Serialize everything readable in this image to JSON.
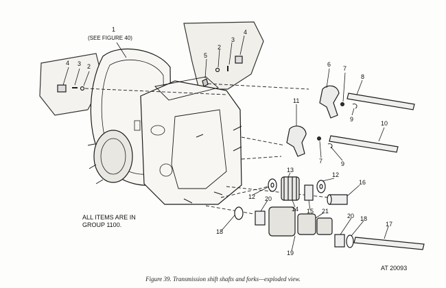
{
  "figure": {
    "caption": "Figure 39.  Transmission shift shafts and forks—exploded view.",
    "reference": "AT 20093",
    "note_line1": "ALL ITEMS ARE IN",
    "note_line2": "GROUP 1100.",
    "see_figure": "(SEE FIGURE 40)"
  },
  "callouts": [
    "1",
    "2",
    "3",
    "4",
    "4",
    "3",
    "2",
    "5",
    "6",
    "7",
    "8",
    "9",
    "10",
    "11",
    "7",
    "9",
    "12",
    "13",
    "12",
    "16",
    "14",
    "15",
    "20",
    "21",
    "18",
    "19",
    "20",
    "18",
    "17"
  ]
}
